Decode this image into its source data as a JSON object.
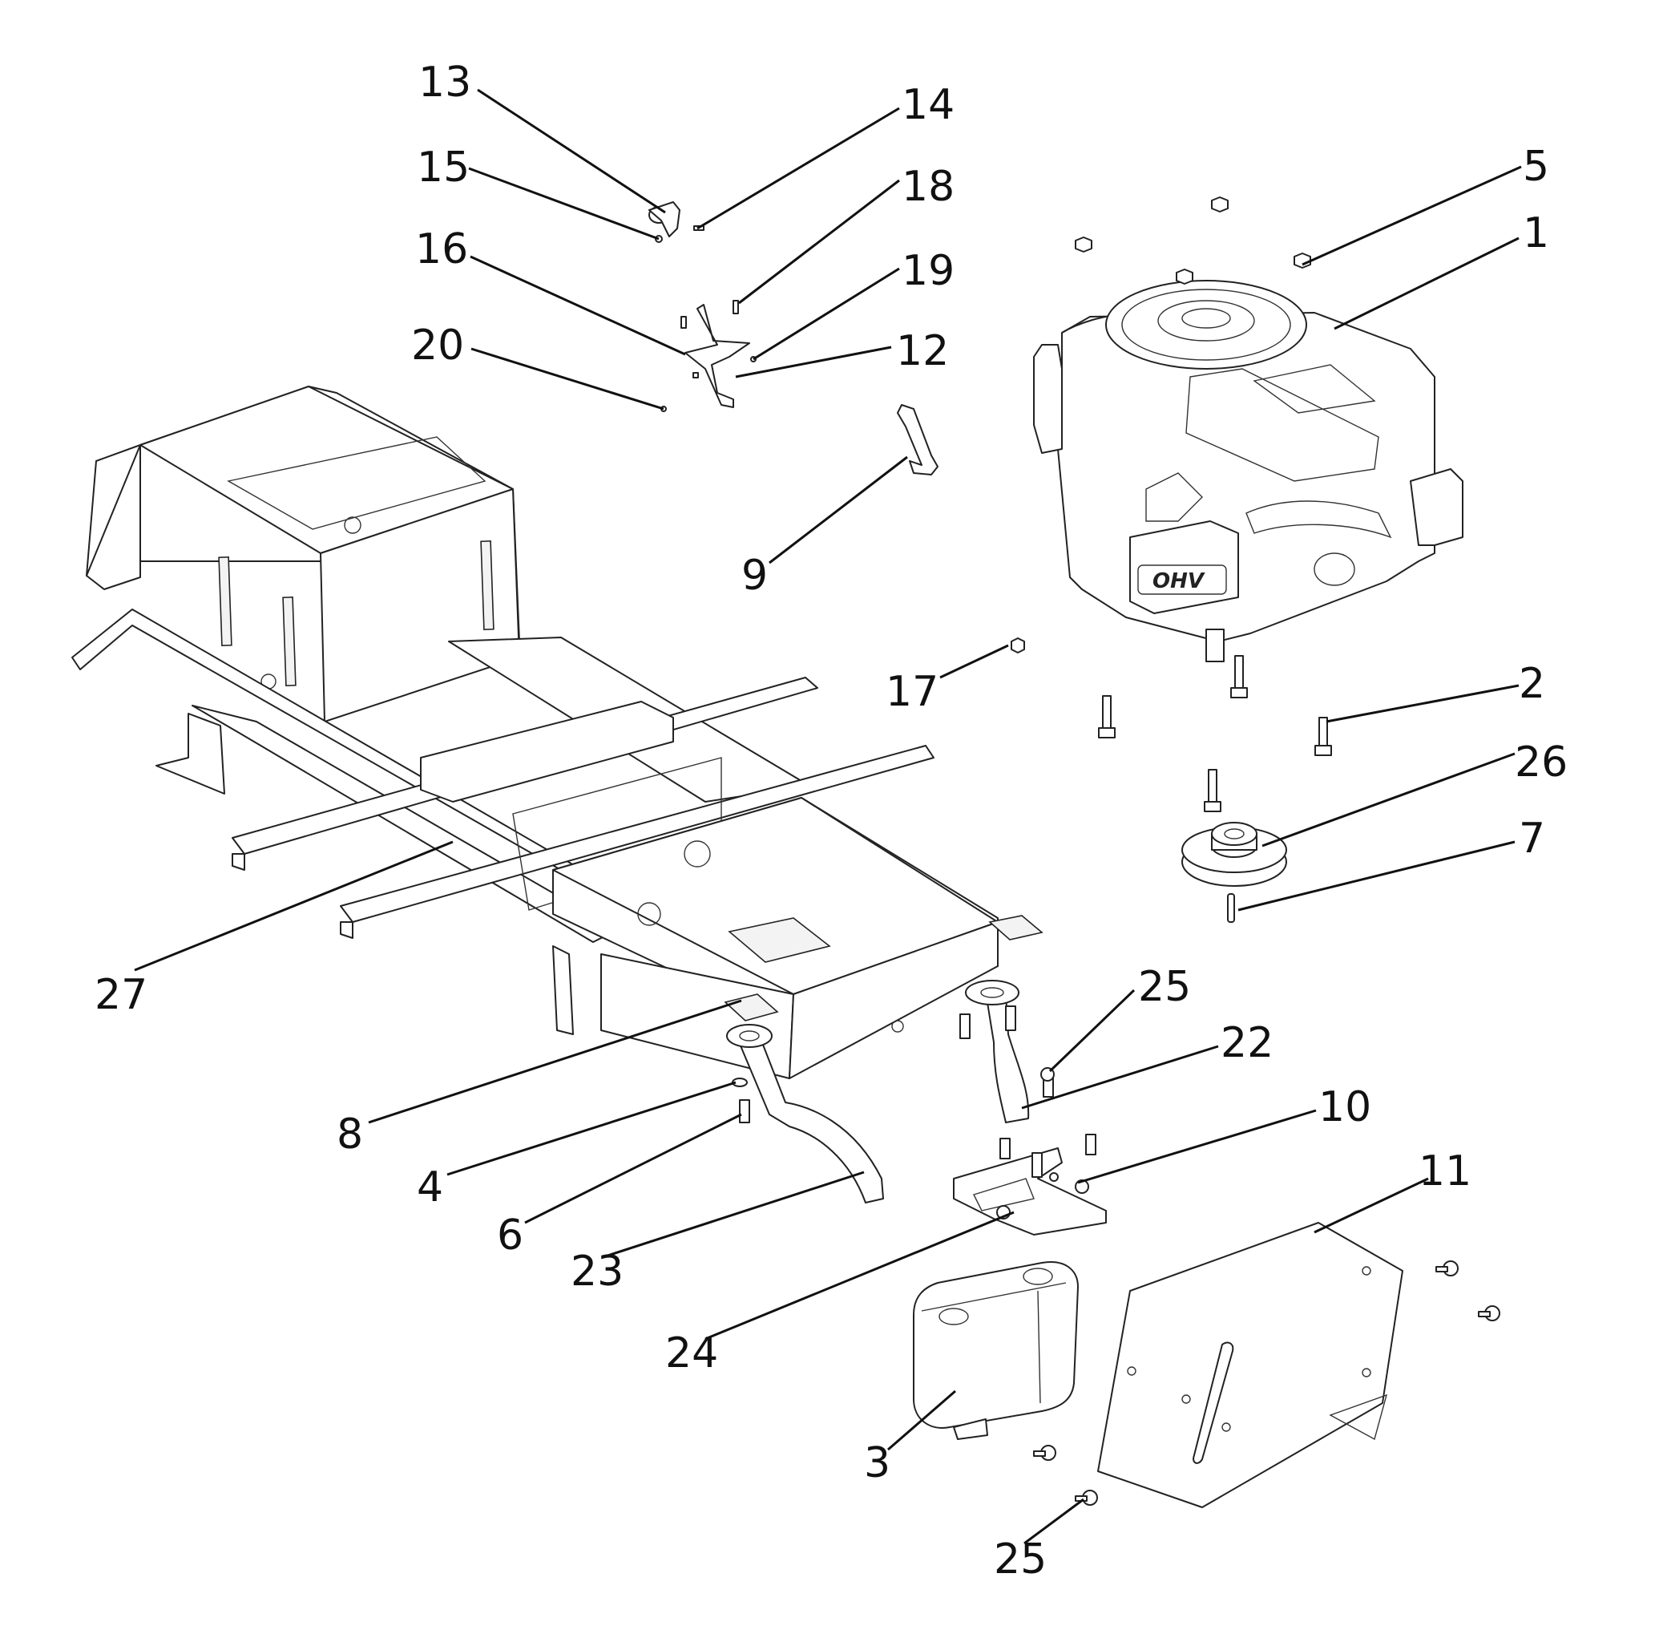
{
  "diagram": {
    "engine_logo_text": "OHV",
    "callouts": [
      {
        "id": "c13",
        "label": "13"
      },
      {
        "id": "c14",
        "label": "14"
      },
      {
        "id": "c15",
        "label": "15"
      },
      {
        "id": "c18",
        "label": "18"
      },
      {
        "id": "c16",
        "label": "16"
      },
      {
        "id": "c19",
        "label": "19"
      },
      {
        "id": "c20",
        "label": "20"
      },
      {
        "id": "c12",
        "label": "12"
      },
      {
        "id": "c9",
        "label": "9"
      },
      {
        "id": "c5",
        "label": "5"
      },
      {
        "id": "c1",
        "label": "1"
      },
      {
        "id": "c17",
        "label": "17"
      },
      {
        "id": "c2",
        "label": "2"
      },
      {
        "id": "c26",
        "label": "26"
      },
      {
        "id": "c7",
        "label": "7"
      },
      {
        "id": "c27",
        "label": "27"
      },
      {
        "id": "c25a",
        "label": "25"
      },
      {
        "id": "c22",
        "label": "22"
      },
      {
        "id": "c10",
        "label": "10"
      },
      {
        "id": "c8",
        "label": "8"
      },
      {
        "id": "c4",
        "label": "4"
      },
      {
        "id": "c11",
        "label": "11"
      },
      {
        "id": "c6",
        "label": "6"
      },
      {
        "id": "c23",
        "label": "23"
      },
      {
        "id": "c24",
        "label": "24"
      },
      {
        "id": "c3",
        "label": "3"
      },
      {
        "id": "c25b",
        "label": "25"
      }
    ]
  }
}
